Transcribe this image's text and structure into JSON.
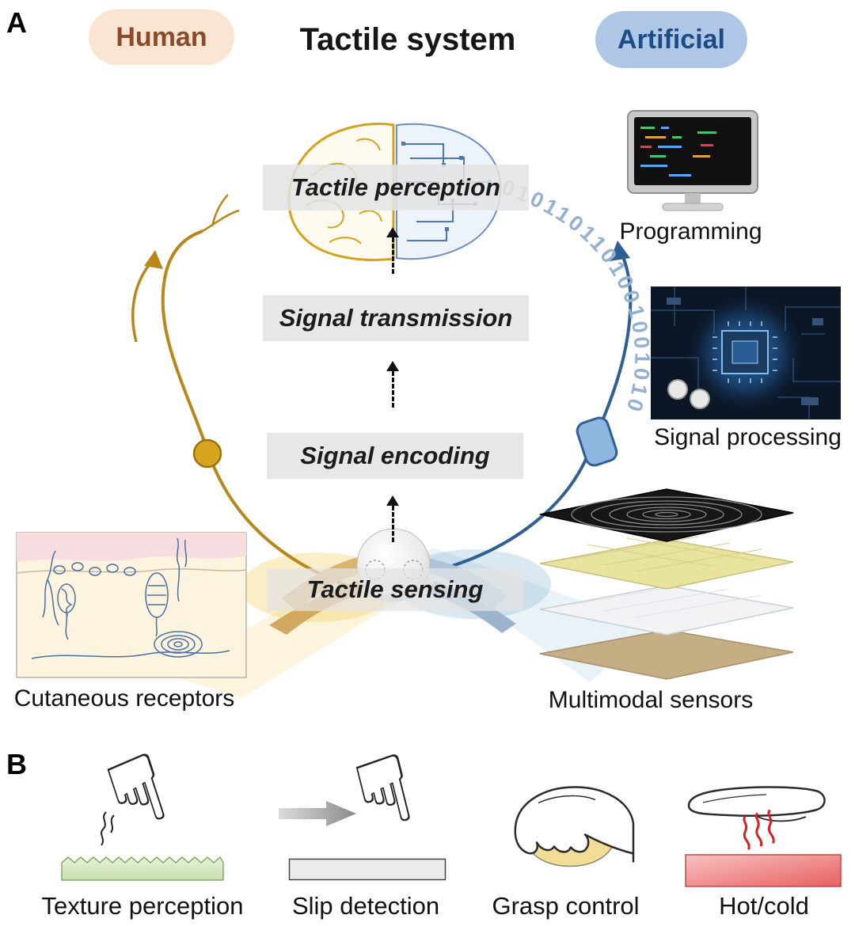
{
  "panels": {
    "a_label": "A",
    "b_label": "B"
  },
  "header": {
    "human_label": "Human",
    "title": "Tactile system",
    "artificial_label": "Artificial"
  },
  "pipeline": {
    "stages": [
      "Tactile perception",
      "Signal transmission",
      "Signal encoding",
      "Tactile sensing"
    ]
  },
  "binary_stream": "0101101101001001010",
  "captions": {
    "programming": "Programming",
    "signal_processing": "Signal processing",
    "cutaneous_receptors": "Cutaneous receptors",
    "multimodal_sensors": "Multimodal sensors"
  },
  "panel_b_items": [
    {
      "caption": "Texture perception"
    },
    {
      "caption": "Slip detection"
    },
    {
      "caption": "Grasp control"
    },
    {
      "caption": "Hot/cold"
    }
  ],
  "colors": {
    "human_bg": "#f9e5d2",
    "human_text": "#8b4b2a",
    "artificial_bg": "#afc7e6",
    "artificial_text": "#1c4b85",
    "stage_box_bg": "#e3e3e3",
    "gold": "#b8871b",
    "blue": "#2f5f93"
  }
}
